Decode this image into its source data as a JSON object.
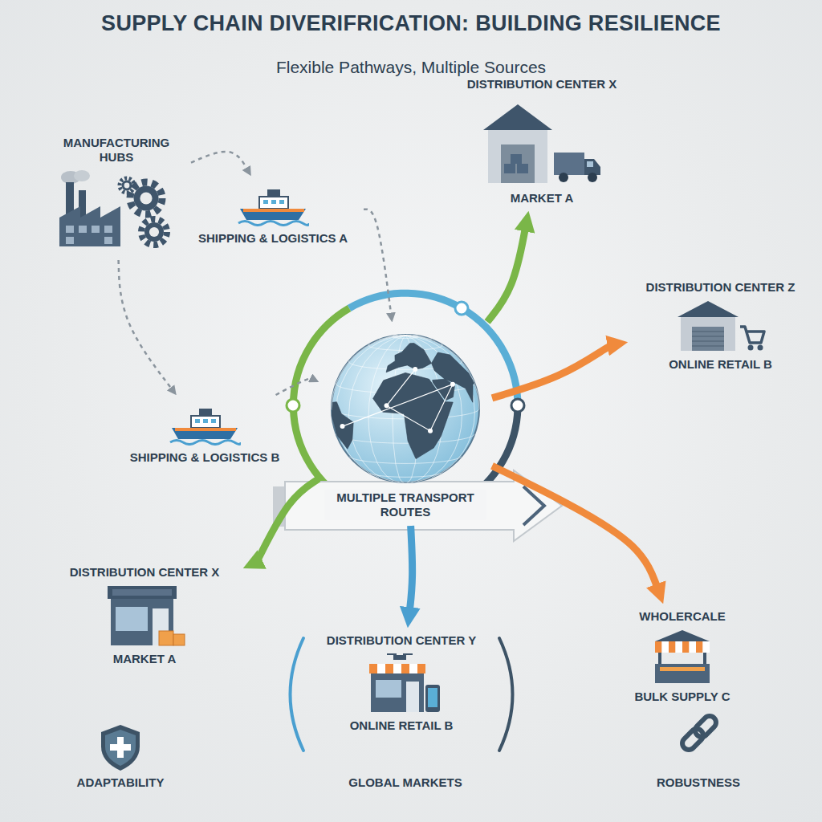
{
  "diagram": {
    "title": "SUPPLY CHAIN DIVERIFRICATION: BUILDING RESILIENCE",
    "nodes": [
      {
        "text": [
          "MANUFACTURING HUBS"
        ]
      },
      {
        "text": [
          "SHIPPING & LOGISTICS A"
        ]
      },
      {
        "text": [
          "DISTRIBUTION CENTER X",
          "MARKET A"
        ]
      },
      {
        "text": [
          "DISTRIBUTION CENTER Z",
          "ONLINE RETAIL B"
        ]
      },
      {
        "text": [
          "SHIPPING & LOGISTICS B"
        ]
      },
      {
        "text": [
          "MULTIPLE TRANSPORT ROUTES"
        ]
      },
      {
        "text": [
          "DISTRIBUTION CENTER X",
          "MARKET A"
        ]
      },
      {
        "text": [
          "WHOLERCALE",
          "BULK SUPPLY C"
        ]
      },
      {
        "text": [
          "DISTRIBUTION CENTER Y",
          "ONLINE RETAIL B"
        ]
      }
    ],
    "edges": [
      {
        "from": 0,
        "to": 1,
        "arrow": "to"
      },
      {
        "from": 0,
        "to": 4,
        "arrow": "to"
      },
      {
        "from": 1,
        "to": 5,
        "arrow": "to"
      },
      {
        "from": 4,
        "to": 5,
        "arrow": "to"
      },
      {
        "from": 5,
        "to": 2,
        "arrow": "to"
      },
      {
        "from": 5,
        "to": 3,
        "arrow": "to"
      },
      {
        "from": 5,
        "to": 6,
        "arrow": "to"
      },
      {
        "from": 5,
        "to": 7,
        "arrow": "to"
      },
      {
        "from": 5,
        "to": 8,
        "arrow": "to"
      }
    ],
    "labels": [
      "Flexible Pathways, Multiple Sources",
      "ADAPTABILITY",
      "GLOBAL MARKETS",
      "ROBUSTNESS"
    ]
  }
}
